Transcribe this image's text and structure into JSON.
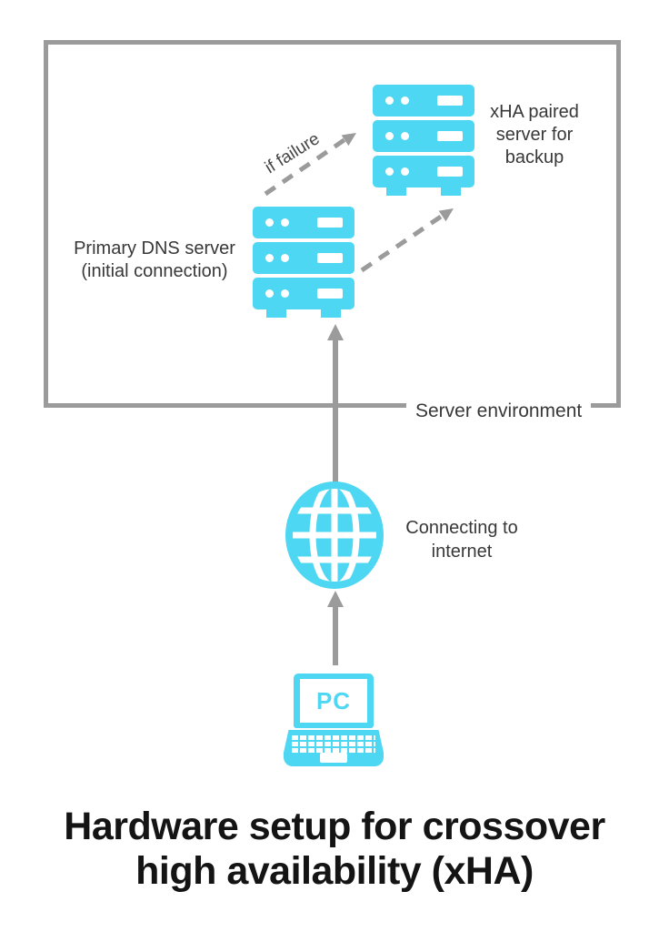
{
  "colors": {
    "accent_cyan": "#4ED7F2",
    "line_gray": "#9B9B9B",
    "label_text": "#383838",
    "title_text": "#141414"
  },
  "diagram": {
    "server_environment": {
      "label": "Server environment"
    },
    "primary_server": {
      "icon": "server-stack-icon",
      "label_lines": [
        "Primary DNS server",
        "(initial connection)"
      ]
    },
    "backup_server": {
      "icon": "server-stack-icon",
      "label_lines": [
        "xHA paired",
        "server for",
        "backup"
      ]
    },
    "failover": {
      "label": "if failure"
    },
    "internet": {
      "icon": "globe-icon",
      "label_lines": [
        "Connecting to",
        "internet"
      ]
    },
    "pc": {
      "icon": "laptop-icon",
      "label": "PC"
    },
    "arrows": [
      "pc-to-internet-arrow-up",
      "internet-to-primary-server-arrow-up",
      "primary-to-backup-failover-dashed-arrow",
      "primary-to-backup-crossover-dashed-arrow"
    ]
  },
  "title": {
    "lines": [
      "Hardware setup for crossover",
      "high availability (xHA)"
    ]
  }
}
